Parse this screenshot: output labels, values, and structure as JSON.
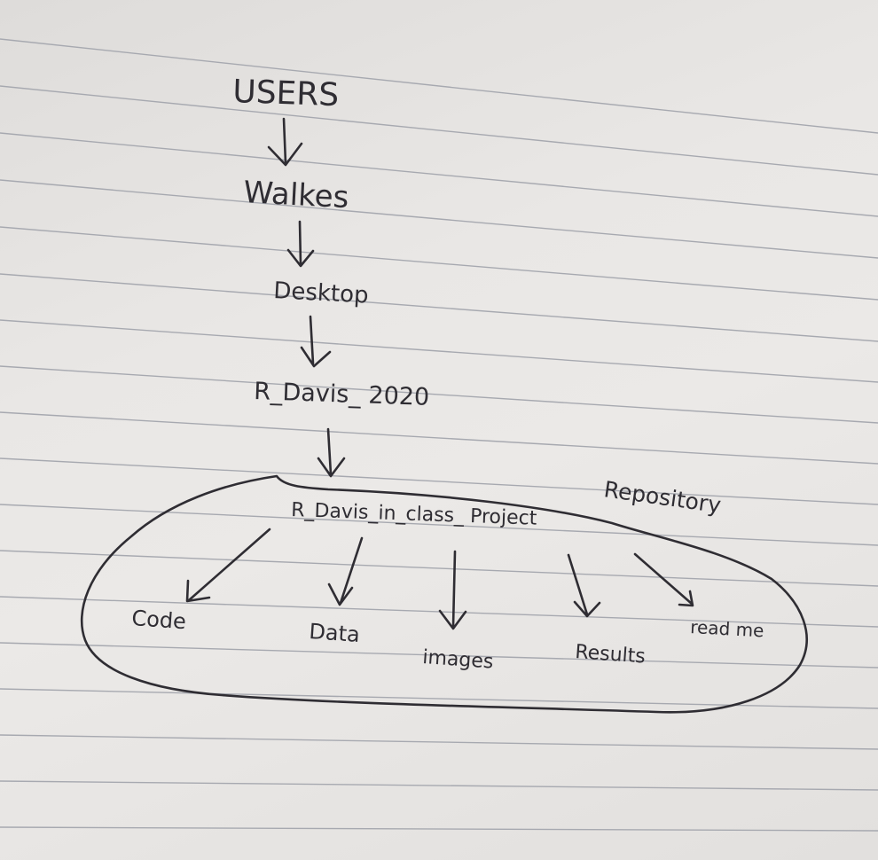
{
  "diagram": {
    "nodes": {
      "users": "USERS",
      "walkes": "Walkes",
      "desktop": "Desktop",
      "r_davis_2020": "R_Davis_ 2020",
      "project": "R_Davis_in_class_ Project",
      "repository_label": "Repository",
      "code": "Code",
      "data": "Data",
      "images": "images",
      "results": "Results",
      "readme": "read me"
    },
    "edges": [
      [
        "users",
        "walkes"
      ],
      [
        "walkes",
        "desktop"
      ],
      [
        "desktop",
        "r_davis_2020"
      ],
      [
        "r_davis_2020",
        "project"
      ],
      [
        "project",
        "code"
      ],
      [
        "project",
        "data"
      ],
      [
        "project",
        "images"
      ],
      [
        "project",
        "results"
      ],
      [
        "project",
        "readme"
      ]
    ],
    "group": {
      "label_key": "repository_label",
      "members": [
        "project",
        "code",
        "data",
        "images",
        "results",
        "readme"
      ]
    }
  },
  "colors": {
    "ink": "#2f2d33",
    "paper": "#e8e6e4",
    "rule": "#a7a9b0"
  }
}
